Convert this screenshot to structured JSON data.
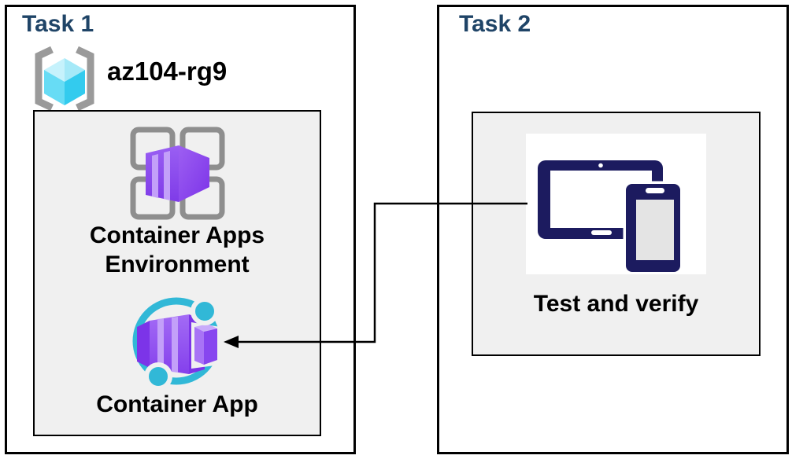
{
  "task1": {
    "title": "Task 1",
    "resource_group": {
      "name": "az104-rg9",
      "icon": "resource-group-icon"
    },
    "environment": {
      "label": "Container Apps Environment",
      "label_lines": [
        "Container Apps",
        "Environment"
      ],
      "icon": "container-apps-environment-icon"
    },
    "app": {
      "label": "Container App",
      "icon": "container-app-icon"
    }
  },
  "task2": {
    "title": "Task 2",
    "verify": {
      "label": "Test and verify",
      "icon": "tablet-and-phone-icon"
    }
  },
  "connector": {
    "from": "Test and verify",
    "to": "Container App",
    "style": "elbow-line-with-left-arrowhead"
  },
  "colors": {
    "header_blue": "#1F4467",
    "box_border": "#000000",
    "panel_gray": "#F0F0F0",
    "container_purple": "#8B4BEC",
    "container_purple_dark": "#7C34E8",
    "container_purple_stripe": "#C3A0F9",
    "cyan_accent": "#31B8D7",
    "device_navy": "#1C1B5F",
    "device_screen_gray": "#E4E4E4",
    "bracket_gray": "#9A9A9A",
    "grid_gray": "#8E8E8E",
    "cube_cyan_top": "#BFF0FB",
    "cube_cyan_left": "#67DCF5",
    "cube_cyan_right": "#33CBEE"
  }
}
